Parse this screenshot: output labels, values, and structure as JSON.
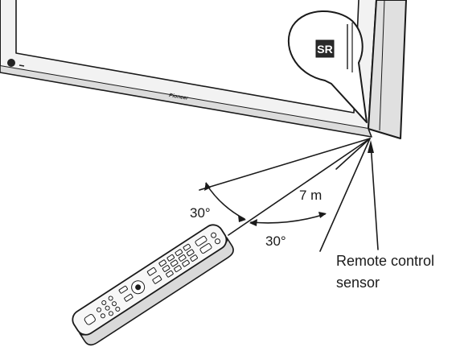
{
  "diagram": {
    "brand_text": "Pioneer",
    "sensor_badge": "SR",
    "angle_label_left": "30°",
    "angle_label_right": "30°",
    "distance_label": "7 m",
    "sensor_label_line1": "Remote control",
    "sensor_label_line2": "sensor"
  },
  "icons": {
    "power_led": "power-led-icon",
    "sensor_badge": "remote-sensor-sr-icon"
  },
  "colors": {
    "line": "#1a1a1a",
    "panel_face": "#f4f4f4",
    "panel_bezel": "#e6e6e6",
    "background": "#ffffff"
  }
}
